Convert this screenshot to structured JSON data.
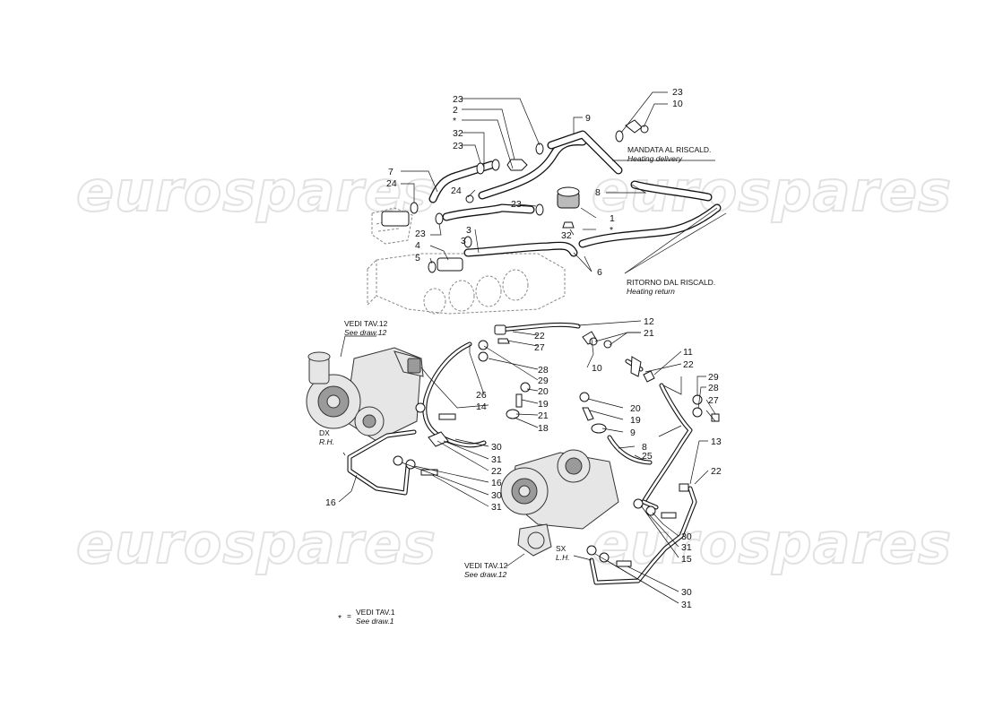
{
  "watermark": "eurospares",
  "part_numbers": {
    "p1": "1",
    "p2": "2",
    "p3a": "3",
    "p3b": "3",
    "p4": "4",
    "p5": "5",
    "p6": "6",
    "p7": "7",
    "p8a": "8",
    "p8b": "8",
    "p9a": "9",
    "p9b": "9",
    "p10a": "10",
    "p10b": "10",
    "p11": "11",
    "p12": "12",
    "p13": "13",
    "p14": "14",
    "p15": "15",
    "p16a": "16",
    "p16b": "16",
    "p18": "18",
    "p19a": "19",
    "p19b": "19",
    "p20a": "20",
    "p20b": "20",
    "p21a": "21",
    "p21b": "21",
    "p22a": "22",
    "p22b": "22",
    "p22c": "22",
    "p22d": "22",
    "p23a": "23",
    "p23b": "23",
    "p23c": "23",
    "p23d": "23",
    "p23e": "23",
    "p24a": "24",
    "p24b": "24",
    "p25": "25",
    "p26": "26",
    "p27a": "27",
    "p27b": "27",
    "p28a": "28",
    "p28b": "28",
    "p29a": "29",
    "p29b": "29",
    "p30a": "30",
    "p30b": "30",
    "p30c": "30",
    "p30d": "30",
    "p31a": "31",
    "p31b": "31",
    "p31c": "31",
    "p31d": "31",
    "p32a": "32",
    "p32b": "32",
    "star1": "*",
    "star2": "*"
  },
  "annotations": {
    "heating_delivery_it": "MANDATA AL RISCALD.",
    "heating_delivery_en": "Heating delivery",
    "heating_return_it": "RITORNO DAL RISCALD.",
    "heating_return_en": "Heating return",
    "vedi_tav12_top_it": "VEDI TAV.12",
    "vedi_tav12_top_en": "See draw.12",
    "dx_it": "DX",
    "dx_en": "R.H.",
    "vedi_tav12_bottom_it": "VEDI TAV.12",
    "vedi_tav12_bottom_en": "See draw.12",
    "sx_it": "SX",
    "sx_en": "L.H.",
    "legend_star": "*",
    "legend_eq": "=",
    "legend_it": "VEDI TAV.1",
    "legend_en": "See draw.1"
  }
}
